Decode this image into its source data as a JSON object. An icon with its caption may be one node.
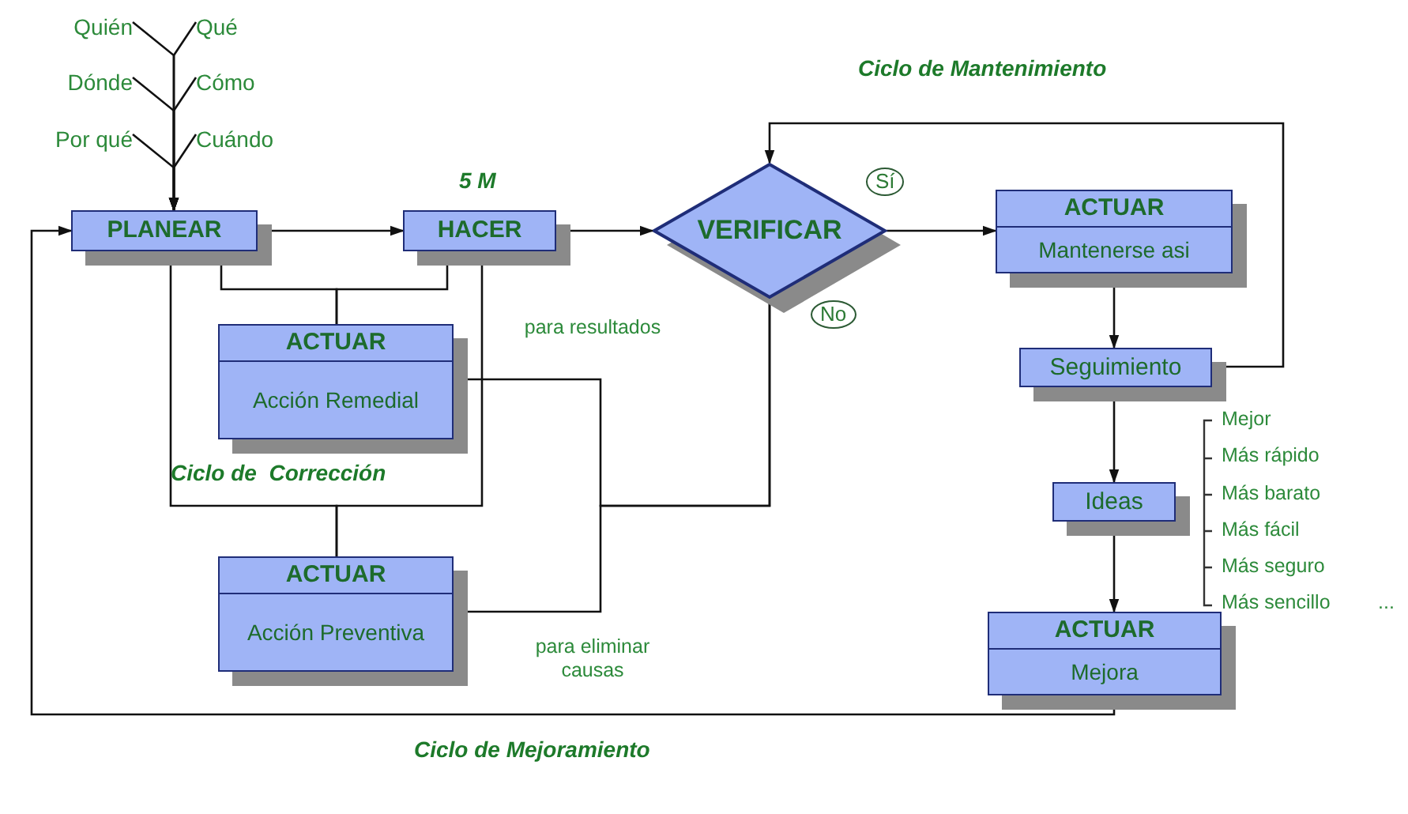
{
  "diagram": {
    "nodes": [
      {
        "text": [
          "PLANEAR"
        ]
      },
      {
        "text": [
          "HACER"
        ],
        "beside": [
          "5 M"
        ]
      },
      {
        "text": [
          "VERIFICAR"
        ]
      },
      {
        "text": [
          "ACTUAR",
          "Mantenerse asi"
        ]
      },
      {
        "text": [
          "Seguimiento"
        ]
      },
      {
        "text": [
          "Ideas"
        ]
      },
      {
        "text": [
          "ACTUAR",
          "Mejora"
        ]
      },
      {
        "text": [
          "ACTUAR",
          "Acción Remedial"
        ]
      },
      {
        "text": [
          "ACTUAR",
          "Acción Preventiva"
        ]
      },
      {
        "text": [
          "Quién"
        ]
      },
      {
        "text": [
          "Qué"
        ]
      },
      {
        "text": [
          "Dónde"
        ]
      },
      {
        "text": [
          "Cómo"
        ]
      },
      {
        "text": [
          "Por qué"
        ]
      },
      {
        "text": [
          "Cuándo"
        ]
      }
    ],
    "edges": [
      {
        "from": 9,
        "to": 0,
        "arrow": "to"
      },
      {
        "from": 10,
        "to": 0,
        "arrow": "to"
      },
      {
        "from": 11,
        "to": 0,
        "arrow": "to"
      },
      {
        "from": 12,
        "to": 0,
        "arrow": "to"
      },
      {
        "from": 13,
        "to": 0,
        "arrow": "to"
      },
      {
        "from": 14,
        "to": 0,
        "arrow": "to"
      },
      {
        "from": 0,
        "to": 1,
        "arrow": "to"
      },
      {
        "from": 1,
        "to": 2,
        "arrow": "to"
      },
      {
        "from": 2,
        "to": 3,
        "arrow": "to",
        "label": "Sí"
      },
      {
        "from": 3,
        "to": 4,
        "arrow": "to"
      },
      {
        "from": 4,
        "to": 2,
        "arrow": "to"
      },
      {
        "from": 4,
        "to": 5,
        "arrow": "to"
      },
      {
        "from": 5,
        "to": 6,
        "arrow": "to"
      },
      {
        "from": 6,
        "to": 0,
        "arrow": "to"
      },
      {
        "from": 2,
        "to": 7,
        "arrow": "to",
        "label": "No"
      },
      {
        "from": 2,
        "to": 8,
        "arrow": "to"
      },
      {
        "from": 7,
        "to": 0,
        "arrow": "to"
      },
      {
        "from": 7,
        "to": 1,
        "arrow": "to"
      },
      {
        "from": 8,
        "to": 0,
        "arrow": "to"
      },
      {
        "from": 8,
        "to": 1,
        "arrow": "to"
      }
    ],
    "labels": [
      "Ciclo de Mantenimiento",
      "para resultados",
      "Ciclo de  Corrección",
      "Mejor",
      "Más rápido",
      "Más barato",
      "Más fácil",
      "Más seguro",
      "Más sencillo",
      "...",
      "para eliminar causas",
      "Ciclo de Mejoramiento"
    ]
  }
}
